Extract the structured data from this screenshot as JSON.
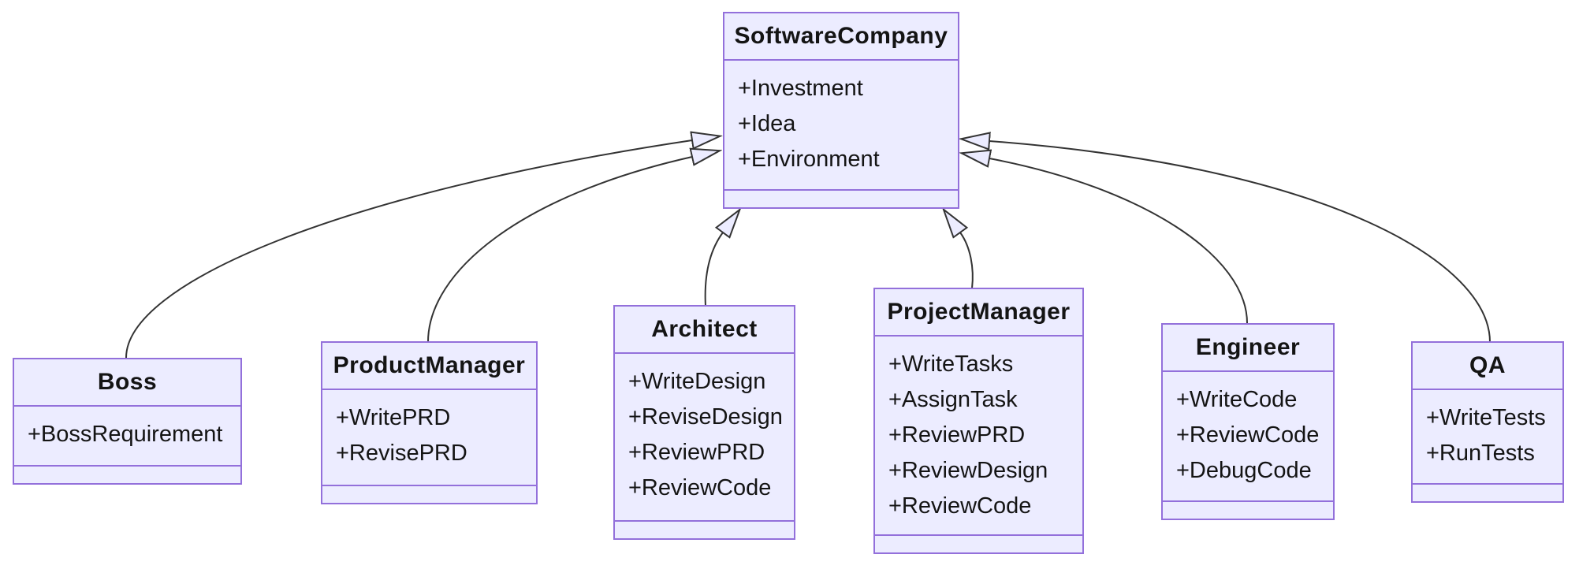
{
  "diagram_type": "uml-class-diagram",
  "colors": {
    "node_fill": "#ECECFF",
    "node_border": "#9370DB",
    "edge_line": "#333333",
    "arrowhead_fill": "#ECECFF",
    "text": "#141414",
    "background": "#FFFFFF"
  },
  "classes": [
    {
      "name": "SoftwareCompany",
      "attributes": [
        "+Investment",
        "+Idea",
        "+Environment"
      ]
    },
    {
      "name": "Boss",
      "attributes": [
        "+BossRequirement"
      ]
    },
    {
      "name": "ProductManager",
      "attributes": [
        "+WritePRD",
        "+RevisePRD"
      ]
    },
    {
      "name": "Architect",
      "attributes": [
        "+WriteDesign",
        "+ReviseDesign",
        "+ReviewPRD",
        "+ReviewCode"
      ]
    },
    {
      "name": "ProjectManager",
      "attributes": [
        "+WriteTasks",
        "+AssignTask",
        "+ReviewPRD",
        "+ReviewDesign",
        "+ReviewCode"
      ]
    },
    {
      "name": "Engineer",
      "attributes": [
        "+WriteCode",
        "+ReviewCode",
        "+DebugCode"
      ]
    },
    {
      "name": "QA",
      "attributes": [
        "+WriteTests",
        "+RunTests"
      ]
    }
  ],
  "relationships": [
    {
      "from": "Boss",
      "to": "SoftwareCompany",
      "type": "inheritance"
    },
    {
      "from": "ProductManager",
      "to": "SoftwareCompany",
      "type": "inheritance"
    },
    {
      "from": "Architect",
      "to": "SoftwareCompany",
      "type": "inheritance"
    },
    {
      "from": "ProjectManager",
      "to": "SoftwareCompany",
      "type": "inheritance"
    },
    {
      "from": "Engineer",
      "to": "SoftwareCompany",
      "type": "inheritance"
    },
    {
      "from": "QA",
      "to": "SoftwareCompany",
      "type": "inheritance"
    }
  ]
}
